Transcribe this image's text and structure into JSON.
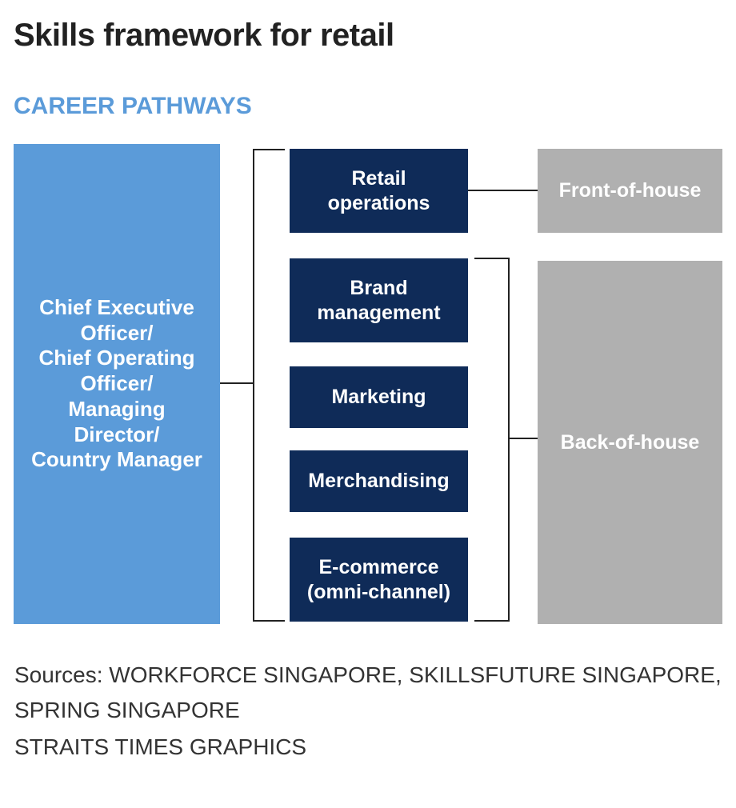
{
  "title": "Skills framework for retail",
  "subtitle": "CAREER PATHWAYS",
  "leadership": "Chief Executive\nOfficer/\nChief Operating\nOfficer/\nManaging\nDirector/\nCountry Manager",
  "pathways": [
    "Retail\noperations",
    "Brand\nmanagement",
    "Marketing",
    "Merchandising",
    "E-commerce\n(omni-channel)"
  ],
  "groups": {
    "front": "Front-of-house",
    "back": "Back-of-house"
  },
  "sources": [
    "Sources: WORKFORCE SINGAPORE, SKILLSFUTURE SINGAPORE,",
    "SPRING SINGAPORE",
    "STRAITS TIMES GRAPHICS"
  ],
  "colors": {
    "leadership": "#5b9bd9",
    "pathway": "#0f2b58",
    "group": "#b0b0b0"
  }
}
